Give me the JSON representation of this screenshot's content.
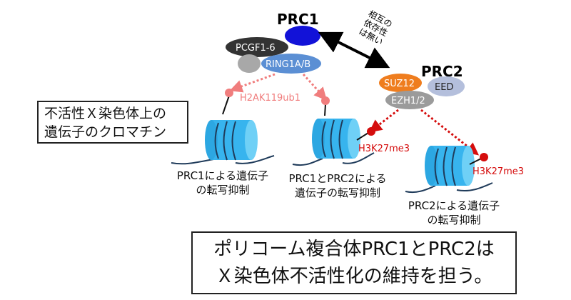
{
  "prc1": {
    "title": "PRC1",
    "pcgf": "PCGF1-6",
    "ring": "RING1A/B"
  },
  "prc2": {
    "title": "PRC2",
    "suz12": "SUZ12",
    "eed": "EED",
    "ezh": "EZH1/2"
  },
  "mutual": [
    "相互の",
    "依存性",
    "は無い"
  ],
  "marks": {
    "h2ak": "H2AK119ub1",
    "h3k_mid": "H3K27me3",
    "h3k_right": "H3K27me3"
  },
  "label_box": [
    "不活性Ｘ染色体上の",
    "遺伝子のクロマチン"
  ],
  "captions": {
    "left": [
      "PRC1による遺伝子",
      "の転写抑制"
    ],
    "middle": [
      "PRC1とPRC2による",
      "遺伝子の転写抑制"
    ],
    "right": [
      "PRC2による遺伝子",
      "の転写抑制"
    ]
  },
  "summary": [
    "ポリコーム複合体PRC1とPRC2は",
    "Ｘ染色体不活性化の維持を担う。"
  ],
  "colors": {
    "prc1_blue": "#1212d8",
    "pcgf_dark": "#333333",
    "ring_blue": "#5b8fd4",
    "grey": "#a8a8a8",
    "suz_orange": "#ef7d1e",
    "eed_lavender": "#b4bfdc",
    "ezh_grey": "#9b9b9b",
    "h2ak_pink": "#f07d7d",
    "h3k_red": "#d50d0d",
    "nucleosome": "#37b4ee"
  }
}
